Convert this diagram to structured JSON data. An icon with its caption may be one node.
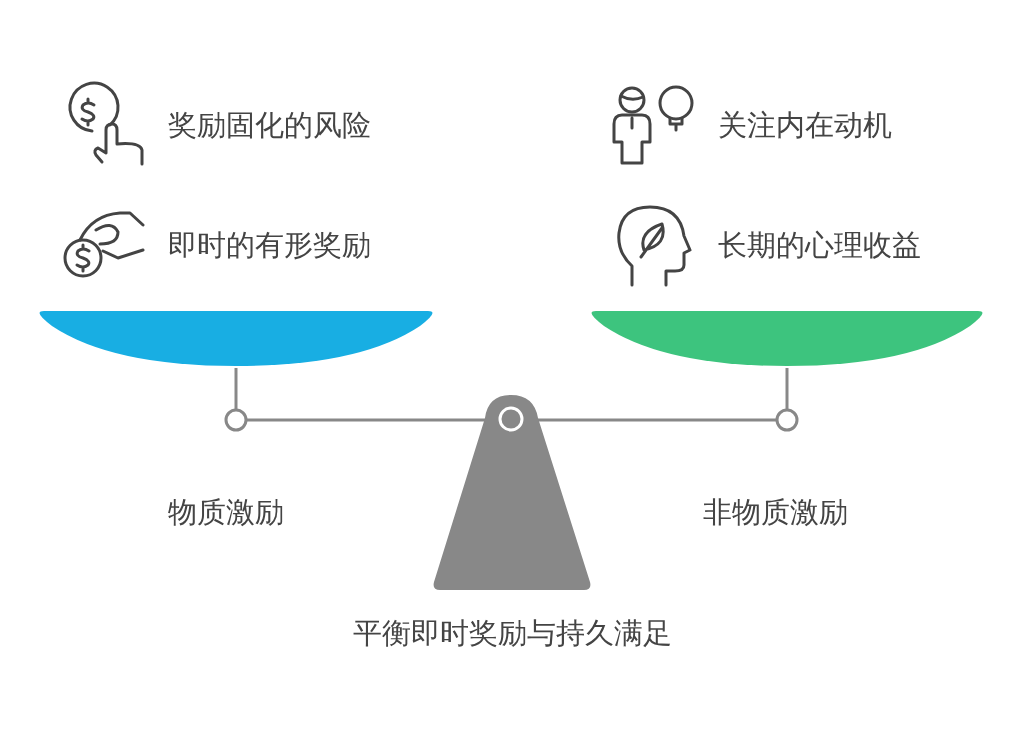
{
  "diagram": {
    "caption": "平衡即时奖励与持久满足",
    "labels": [
      "奖励固化的风险",
      "关注内在动机",
      "即时的有形奖励",
      "长期的心理收益",
      "物质激励",
      "非物质激励"
    ]
  }
}
